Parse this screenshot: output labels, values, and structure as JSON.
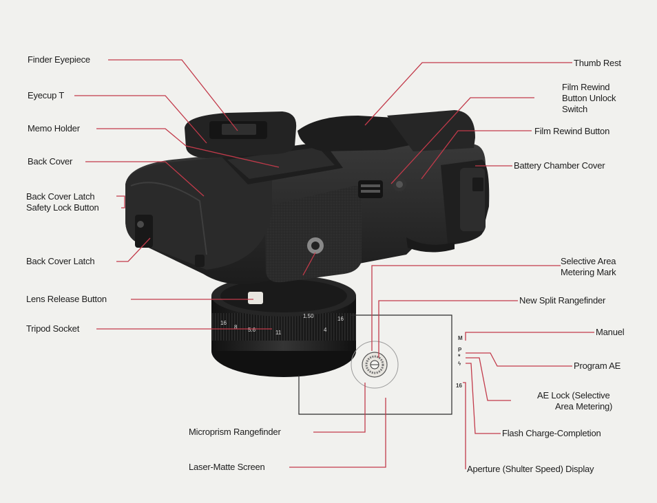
{
  "labels": {
    "finder_eyepiece": "Finder Eyepiece",
    "eyecup_t": "Eyecup T",
    "memo_holder": "Memo Holder",
    "back_cover": "Back Cover",
    "back_cover_latch_lock_1": "Back Cover Latch",
    "back_cover_latch_lock_2": "Safety Lock Button",
    "back_cover_latch": "Back Cover Latch",
    "lens_release_button": "Lens Release Button",
    "tripod_socket": "Tripod Socket",
    "thumb_rest": "Thumb Rest",
    "film_rewind_unlock_1": "Film Rewind",
    "film_rewind_unlock_2": "Button Unlock",
    "film_rewind_unlock_3": "Switch",
    "film_rewind_button": "Film Rewind Button",
    "battery_chamber_cover": "Battery Chamber Cover",
    "selective_area_1": "Selective Area",
    "selective_area_2": "Metering Mark",
    "new_split_rangefinder": "New Split Rangefinder",
    "manual": "Manuel",
    "program_ae": "Program AE",
    "ae_lock_1": "AE Lock (Selective",
    "ae_lock_2": "Area Metering)",
    "flash_charge": "Flash Charge-Completion",
    "aperture_display": "Aperture (Shulter Speed) Display",
    "microprism": "Microprism Rangefinder",
    "laser_matte": "Laser-Matte Screen"
  },
  "viewfinder_indicators": {
    "m": "M",
    "p": "P",
    "star": "*",
    "flash": "ϟ",
    "digits": "16"
  },
  "lens_markings": {
    "scale_a": "16",
    "scale_b": "8",
    "scale_c": "5.6",
    "scale_d": "11",
    "scale_e": "1.50",
    "focus_a": "4",
    "focus_b": "16"
  },
  "colors": {
    "leader_line": "#c23a4a",
    "camera_body": "#242424",
    "camera_highlight": "#3a3a3a",
    "background": "#f1f1ee"
  }
}
